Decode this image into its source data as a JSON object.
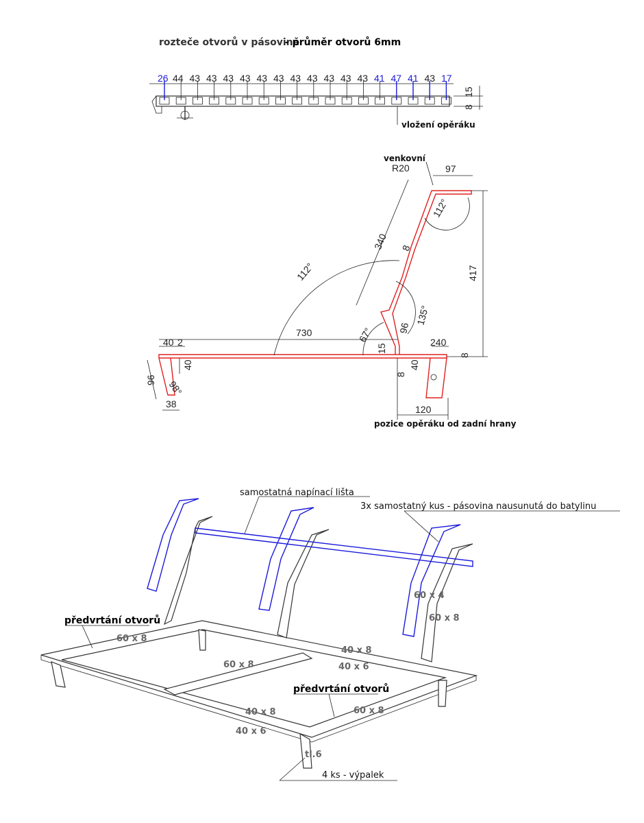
{
  "title": {
    "main": "rozteče otvorů v pásovině",
    "emph": " - průměr otvorů 6mm"
  },
  "strip": {
    "spacings_blue_left": "26",
    "spacings_black": [
      "44",
      "43",
      "43",
      "43",
      "43",
      "43",
      "43",
      "43",
      "43",
      "43",
      "43",
      "43"
    ],
    "spacings_blue_right": [
      "41",
      "47",
      "41"
    ],
    "spacing_black_end": "43",
    "spacing_blue_end": "17",
    "height_total": "15",
    "thickness": "8",
    "note": "vložení opěráku"
  },
  "profile": {
    "outer_label": "venkovní",
    "radius": "R20",
    "top_len": "97",
    "back_len": "340",
    "angle_top": "112°",
    "angle_main": "112°",
    "height": "417",
    "angle_mid": "135°",
    "seg_96": "96",
    "seg_8a": "8",
    "angle_67": "67°",
    "base_len": "730",
    "left_40": "40",
    "left_2": "2",
    "left_40b": "40",
    "left_96": "96",
    "left_98": "98°",
    "left_38": "38",
    "right_15": "15",
    "right_8": "8",
    "right_40": "40",
    "right_240": "240",
    "right_8b": "8",
    "right_120": "120",
    "position_note": "pozice opěráku od zadní hrany"
  },
  "assembly": {
    "label_tension_bar": "samostatná napínací lišta",
    "label_three_pieces": "3x samostatný kus - pásovina nausunutá do batylinu",
    "label_predrill_left": "předvrtání otvorů",
    "label_predrill_right": "předvrtání otvorů",
    "label_laser": "4 ks - výpalek",
    "label_thickness": "tl.6",
    "dims": {
      "a": "60 x 8",
      "b": "60 x 8",
      "c": "40 x 8",
      "d": "40 x 6",
      "e": "40 x 8",
      "f": "40 x 6",
      "g": "60 x 8",
      "h": "60 x 4",
      "i": "60 x 8"
    }
  }
}
